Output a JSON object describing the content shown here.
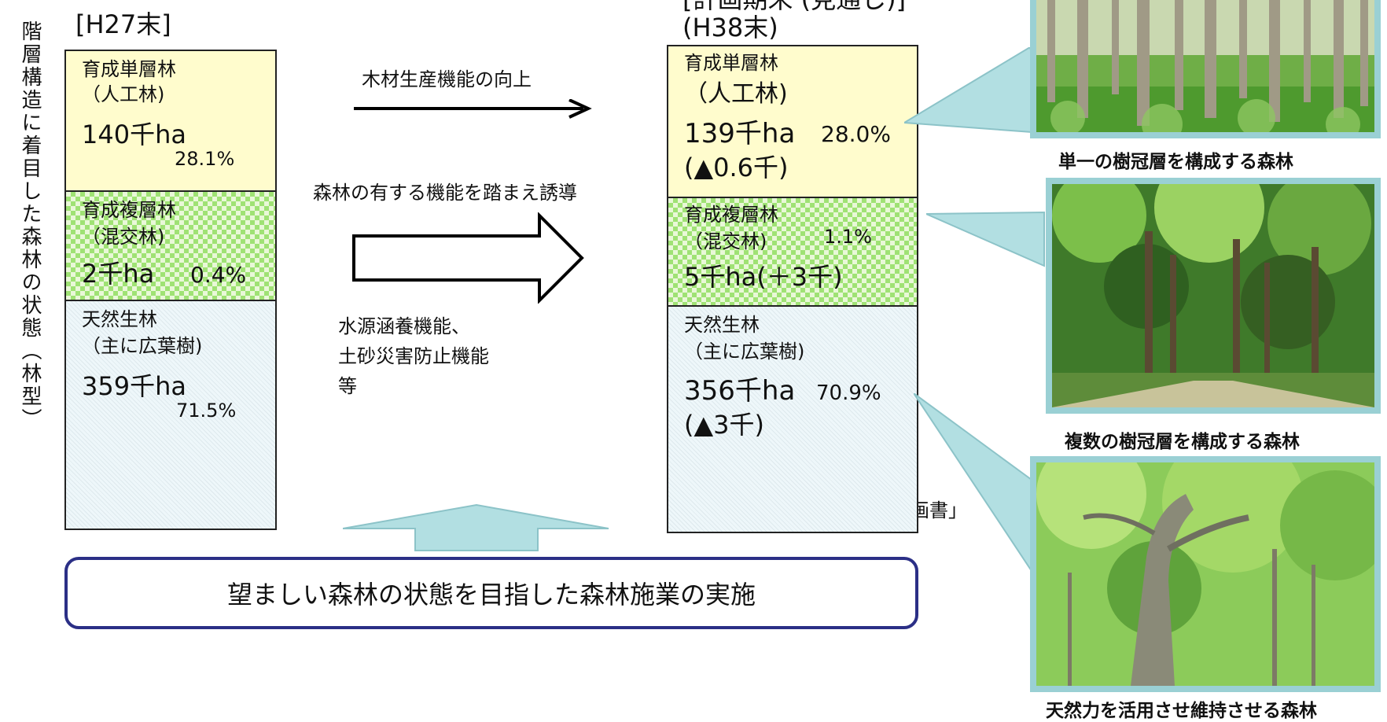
{
  "side_title": "階層構造に着目した森林の状態（林型）",
  "left_column": {
    "period": "[H27末]",
    "segments": [
      {
        "name_line1": "育成単層林",
        "name_line2": "（人工林)",
        "area": "140千ha",
        "pct": "28.1%"
      },
      {
        "name_line1": "育成複層林",
        "name_line2": "（混交林)",
        "area": "2千ha",
        "pct": "0.4%"
      },
      {
        "name_line1": "天然生林",
        "name_line2": "（主に広葉樹)",
        "area": "359千ha",
        "pct": "71.5%"
      }
    ]
  },
  "right_column": {
    "period_line1": "[計画期末 (見通し)]",
    "period_line2": "(H38末)",
    "segments": [
      {
        "name_line1": "育成単層林",
        "name_line2": "（人工林)",
        "area": "139千ha",
        "pct": "28.0%",
        "change": "(▲0.6千)"
      },
      {
        "name_line1": "育成複層林",
        "name_line2": "（混交林)",
        "area": "5千ha(＋3千)",
        "pct": "1.1%"
      },
      {
        "name_line1": "天然生林",
        "name_line2": "（主に広葉樹)",
        "area": "356千ha",
        "pct": "70.9%",
        "change": "(▲3千)"
      }
    ]
  },
  "middle": {
    "arrow_top_label": "木材生産機能の向上",
    "arrow_mid_label": "森林の有する機能を踏まえ誘導",
    "function_list": [
      "水源涵養機能、",
      "土砂災害防止機能",
      "等"
    ],
    "hidden_text_fragment": "画書」"
  },
  "bottom_banner": "望ましい森林の状態を目指した森林施業の実施",
  "photos": [
    {
      "caption": "単一の樹冠層を構成する森林",
      "icon": "forest-photo-single-layer"
    },
    {
      "caption": "複数の樹冠層を構成する森林",
      "icon": "forest-photo-multi-layer"
    },
    {
      "caption": "天然力を活用させ維持させる森林",
      "icon": "forest-photo-natural"
    }
  ],
  "colors": {
    "single_layer": "#fffccd",
    "multi_layer": "#9fe274",
    "natural": "#eef7fa",
    "callout": "#9ad0d4",
    "banner_border": "#2b2f86"
  }
}
